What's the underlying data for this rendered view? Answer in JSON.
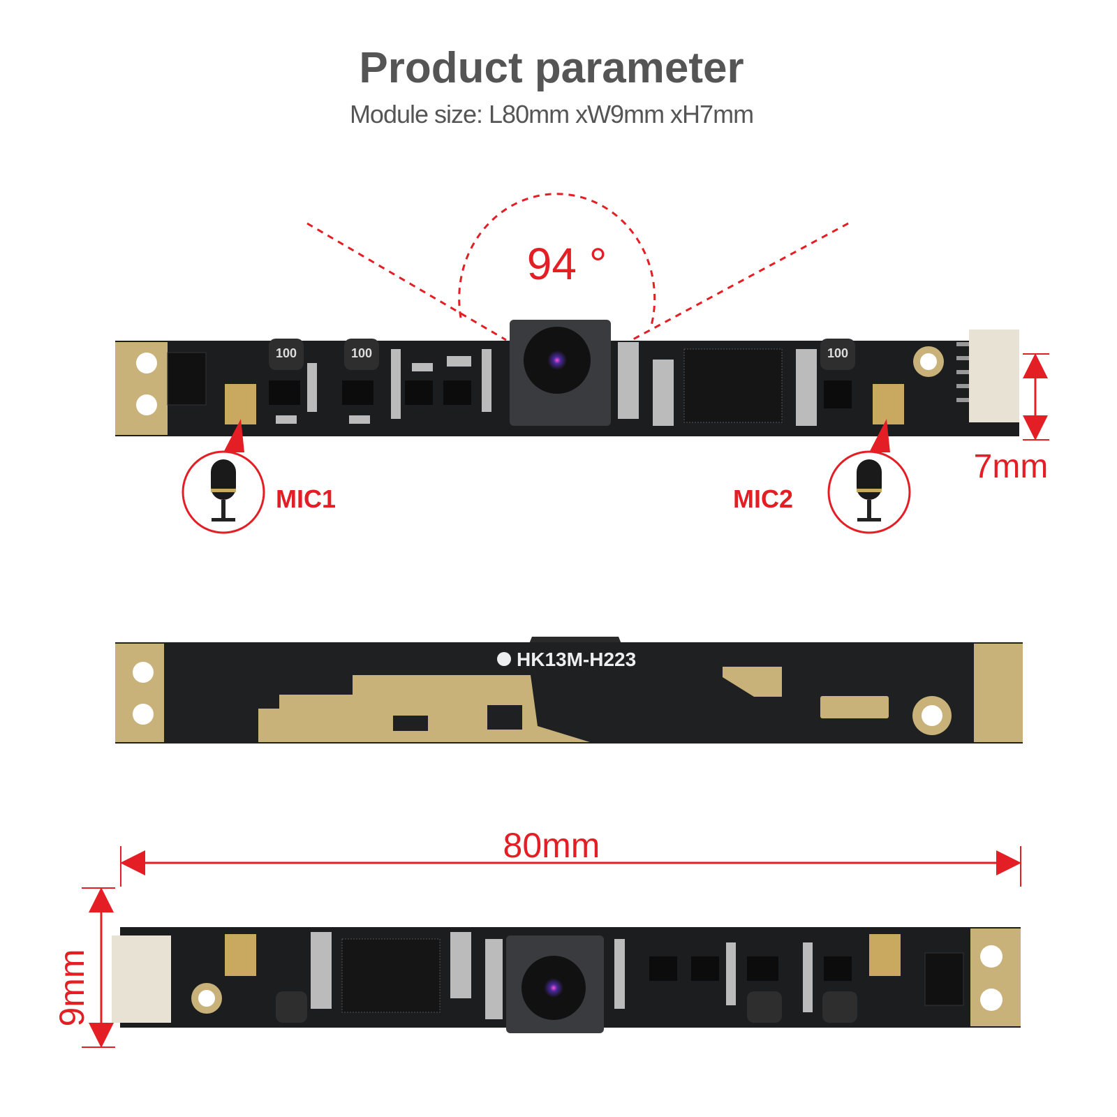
{
  "header": {
    "title": "Product parameter",
    "subtitle": "Module size: L80mm xW9mm xH7mm"
  },
  "annotations": {
    "view_angle": "94 °",
    "mic1": "MIC1",
    "mic2": "MIC2",
    "height": "7mm",
    "length": "80mm",
    "width": "9mm"
  },
  "board": {
    "label": "HK13M-H223",
    "inductor_marking": "100"
  },
  "colors": {
    "accent_red": "#e31e24",
    "pcb": "#1c1d1f",
    "gold": "#c9b27a",
    "title_gray": "#555555"
  }
}
